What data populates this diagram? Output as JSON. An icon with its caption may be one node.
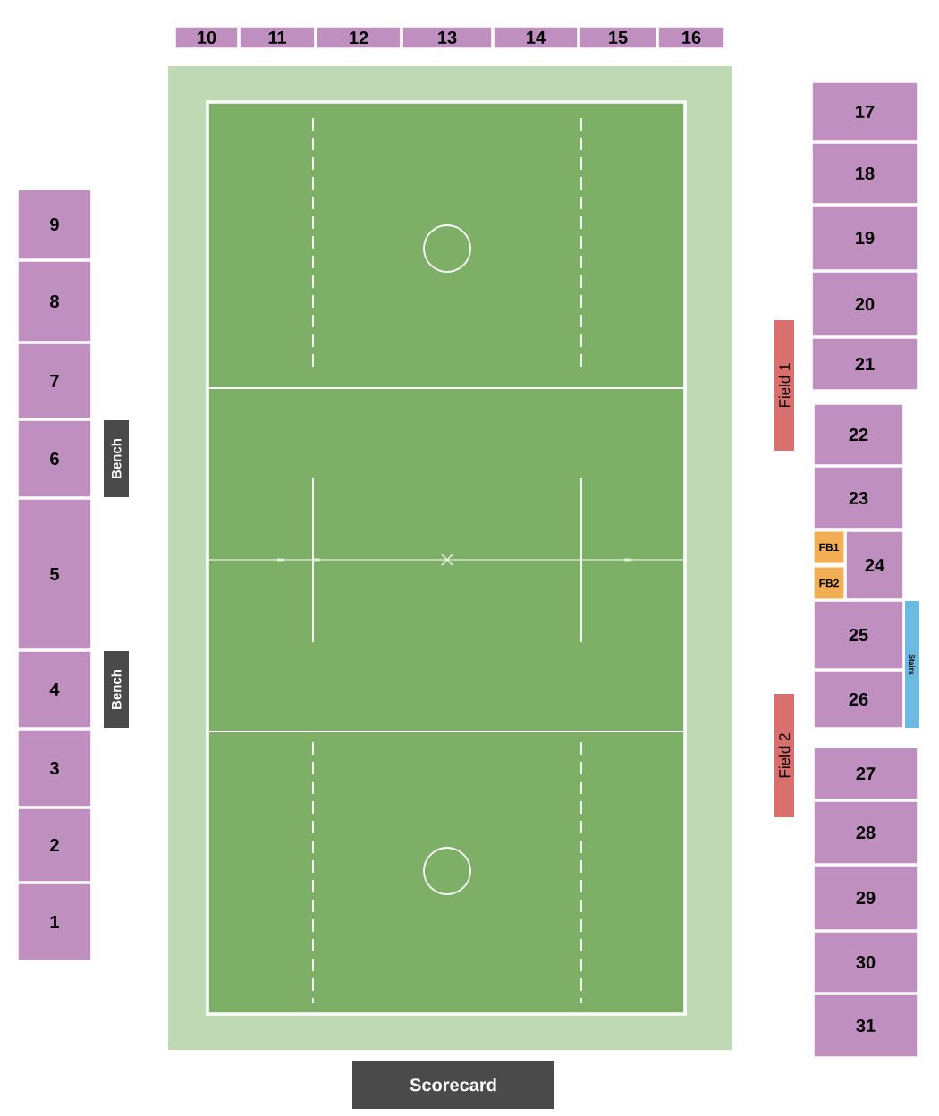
{
  "diagram": {
    "nodes": [
      {
        "text": [
          "10"
        ]
      },
      {
        "text": [
          "11"
        ]
      },
      {
        "text": [
          "12"
        ]
      },
      {
        "text": [
          "13"
        ]
      },
      {
        "text": [
          "14"
        ]
      },
      {
        "text": [
          "15"
        ]
      },
      {
        "text": [
          "16"
        ]
      },
      {
        "text": [
          "9"
        ]
      },
      {
        "text": [
          "8"
        ]
      },
      {
        "text": [
          "7"
        ]
      },
      {
        "text": [
          "6"
        ]
      },
      {
        "text": [
          "5"
        ]
      },
      {
        "text": [
          "4"
        ]
      },
      {
        "text": [
          "3"
        ]
      },
      {
        "text": [
          "2"
        ]
      },
      {
        "text": [
          "1"
        ]
      },
      {
        "text": [
          "Bench"
        ]
      },
      {
        "text": [
          "Bench"
        ]
      },
      {
        "text": [
          "17"
        ]
      },
      {
        "text": [
          "18"
        ]
      },
      {
        "text": [
          "19"
        ]
      },
      {
        "text": [
          "20"
        ]
      },
      {
        "text": [
          "21"
        ]
      },
      {
        "text": [
          "Field 1"
        ]
      },
      {
        "text": [
          "22"
        ]
      },
      {
        "text": [
          "23"
        ]
      },
      {
        "text": [
          "FB1"
        ]
      },
      {
        "text": [
          "24"
        ]
      },
      {
        "text": [
          "FB2"
        ]
      },
      {
        "text": [
          "25"
        ]
      },
      {
        "text": [
          "Stairs"
        ]
      },
      {
        "text": [
          "26"
        ]
      },
      {
        "text": [
          "Field 2"
        ]
      },
      {
        "text": [
          "27"
        ]
      },
      {
        "text": [
          "28"
        ]
      },
      {
        "text": [
          "29"
        ]
      },
      {
        "text": [
          "30"
        ]
      },
      {
        "text": [
          "31"
        ]
      },
      {
        "text": [
          "Scorecard"
        ]
      }
    ]
  }
}
